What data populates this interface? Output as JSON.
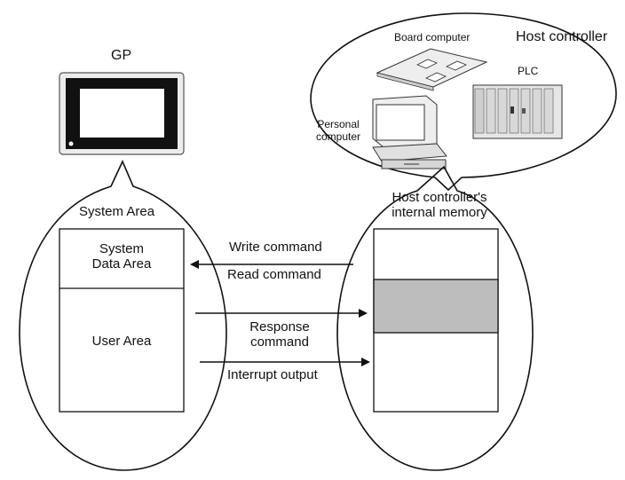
{
  "gp": {
    "title": "GP"
  },
  "host": {
    "title": "Host controller",
    "board_computer": "Board computer",
    "plc": "PLC",
    "personal_computer": [
      "Personal",
      "computer"
    ]
  },
  "gp_memory": {
    "header": "System Area",
    "system_data_area": [
      "System",
      "Data Area"
    ],
    "user_area": "User Area"
  },
  "host_memory": {
    "header": [
      "Host controller's",
      "internal memory"
    ]
  },
  "signals": {
    "write_command": "Write command",
    "read_command": "Read command",
    "response_command": [
      "Response",
      "command"
    ],
    "interrupt_output": "Interrupt output"
  },
  "colors": {
    "line": "#111111",
    "highlight": "#bdbdbd",
    "device": "#e6e6e6"
  }
}
